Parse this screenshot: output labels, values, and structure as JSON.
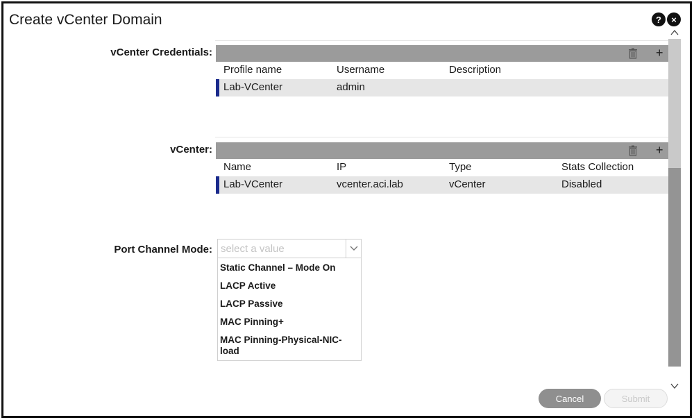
{
  "dialog": {
    "title": "Create vCenter Domain",
    "help_label": "?",
    "close_label": "×"
  },
  "credentials": {
    "label": "vCenter Credentials:",
    "columns": [
      "Profile name",
      "Username",
      "Description"
    ],
    "rows": [
      {
        "profile_name": "Lab-VCenter",
        "username": "admin",
        "description": ""
      }
    ],
    "add_label": "+"
  },
  "vcenter": {
    "label": "vCenter:",
    "columns": [
      "Name",
      "IP",
      "Type",
      "Stats Collection"
    ],
    "rows": [
      {
        "name": "Lab-VCenter",
        "ip": "vcenter.aci.lab",
        "type": "vCenter",
        "stats_collection": "Disabled"
      }
    ],
    "add_label": "+"
  },
  "port_channel": {
    "label": "Port Channel Mode:",
    "placeholder": "select a value",
    "options": [
      "Static Channel – Mode On",
      "LACP Active",
      "LACP Passive",
      "MAC Pinning+",
      "MAC Pinning-Physical-NIC-load"
    ]
  },
  "footer": {
    "cancel_label": "Cancel",
    "submit_label": "Submit"
  },
  "colors": {
    "table_bar": "#9b9b9b",
    "row_bg": "#e6e6e6",
    "row_marker": "#1a2a8c",
    "cancel_bg": "#8f8f8f"
  }
}
